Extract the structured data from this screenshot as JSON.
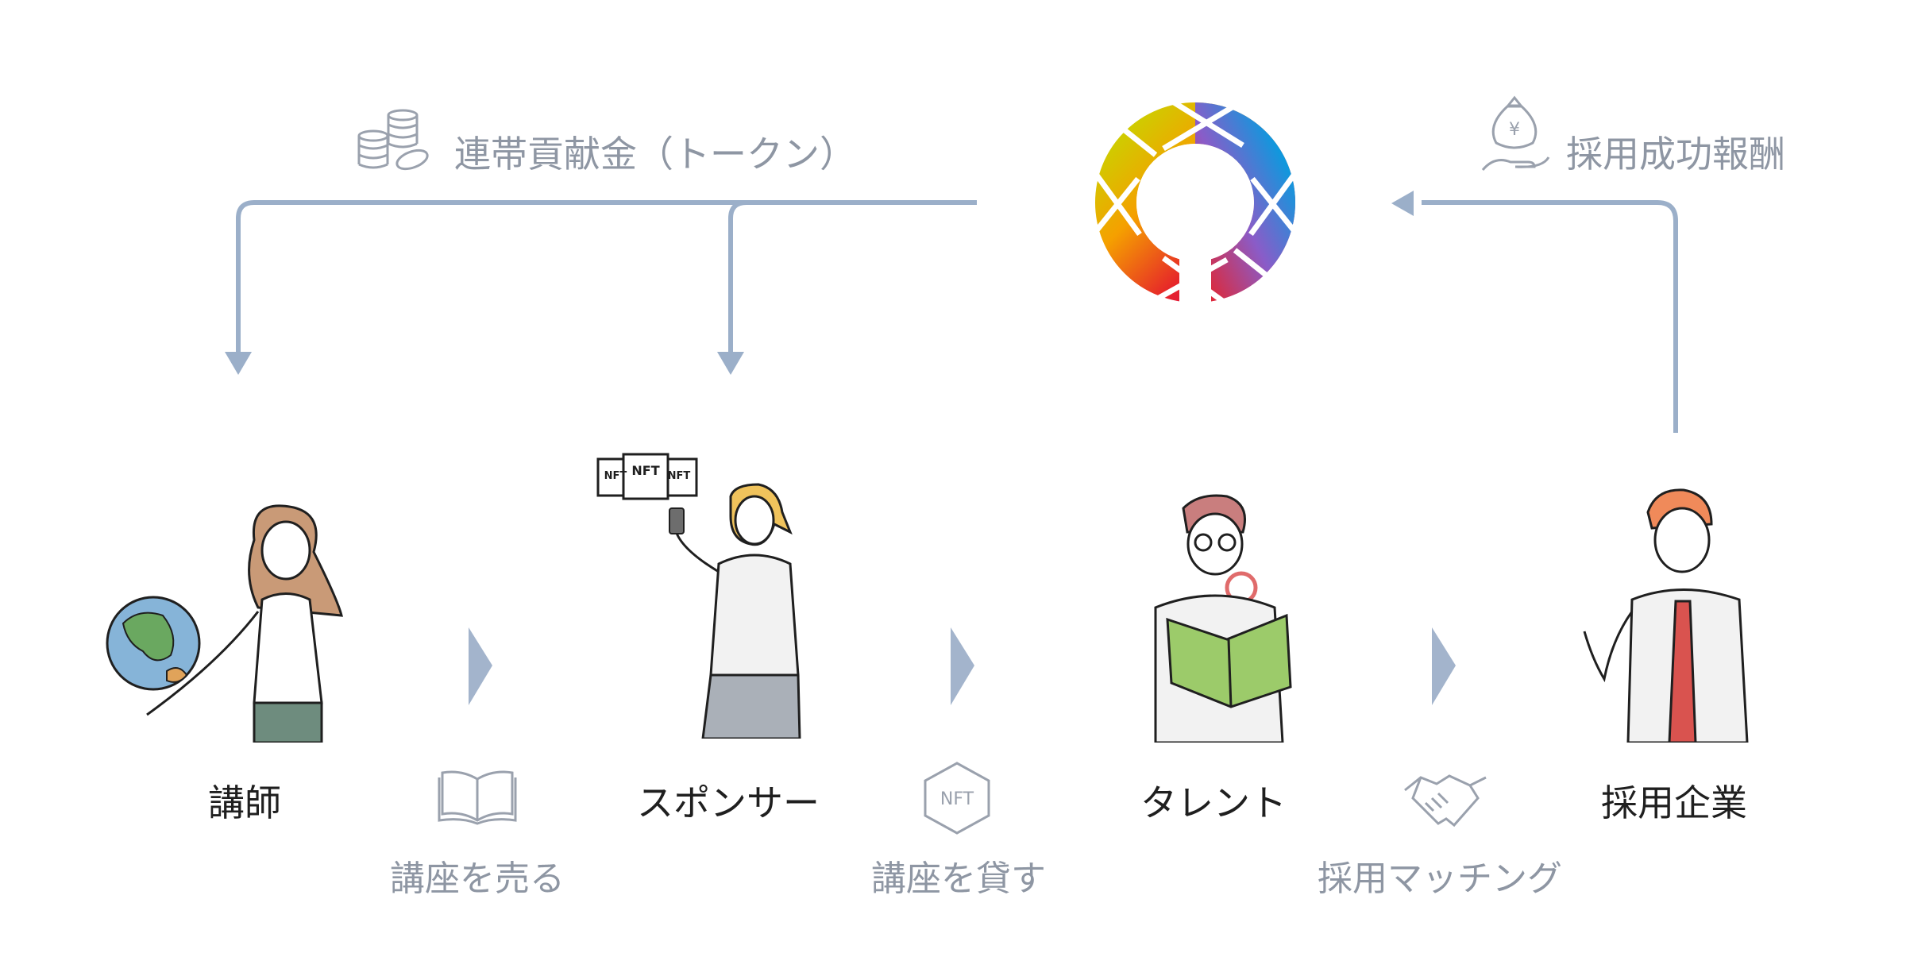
{
  "diagram": {
    "top_left_label": "連帯貢献金（トークン）",
    "top_right_label": "採用成功報酬",
    "roles": [
      {
        "label": "講師"
      },
      {
        "label": "スポンサー"
      },
      {
        "label": "タレント"
      },
      {
        "label": "採用企業"
      }
    ],
    "actions": [
      {
        "label": "講座を売る",
        "icon": "book-icon"
      },
      {
        "label": "講座を貸す",
        "icon": "nft-hexagon-icon",
        "icon_text": "NFT"
      },
      {
        "label": "採用マッチング",
        "icon": "handshake-icon"
      }
    ],
    "nft_cards": [
      "NFT",
      "NFT",
      "NFT"
    ],
    "colors": {
      "arrow": "#9bafc9",
      "chevron": "#a3b4cc",
      "icon_gray": "#9aa1ad",
      "role_text": "#1f1f1f",
      "action_text": "#8e96a3"
    }
  }
}
